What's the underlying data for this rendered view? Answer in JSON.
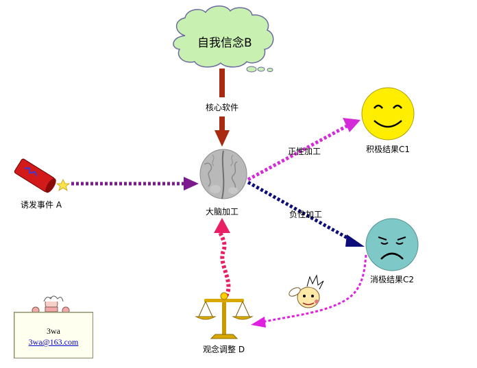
{
  "belief": {
    "label": "自我信念B"
  },
  "core": {
    "label": "核心软件"
  },
  "brain": {
    "label": "大脑加工"
  },
  "trigger": {
    "label": "诱发事件 A"
  },
  "positive_process": {
    "label": "正性加工"
  },
  "negative_process": {
    "label": "负性加工"
  },
  "positive_result": {
    "label": "积极结果C1"
  },
  "negative_result": {
    "label": "消极结果C2"
  },
  "adjust": {
    "label": "观念调整 D"
  },
  "card": {
    "name": "3wa",
    "email": "3wa@163.com"
  },
  "colors": {
    "trigger_arrow": "#7a1a8c",
    "positive_arrow": "#d42ad8",
    "negative_arrow": "#0d0d7a",
    "feedback_arrow": "#e91e63",
    "core_arrow": "#a82a10",
    "cloud_fill": "#c8f0b0",
    "happy_face": "#ffee00",
    "sad_face": "#7fc8c8"
  }
}
